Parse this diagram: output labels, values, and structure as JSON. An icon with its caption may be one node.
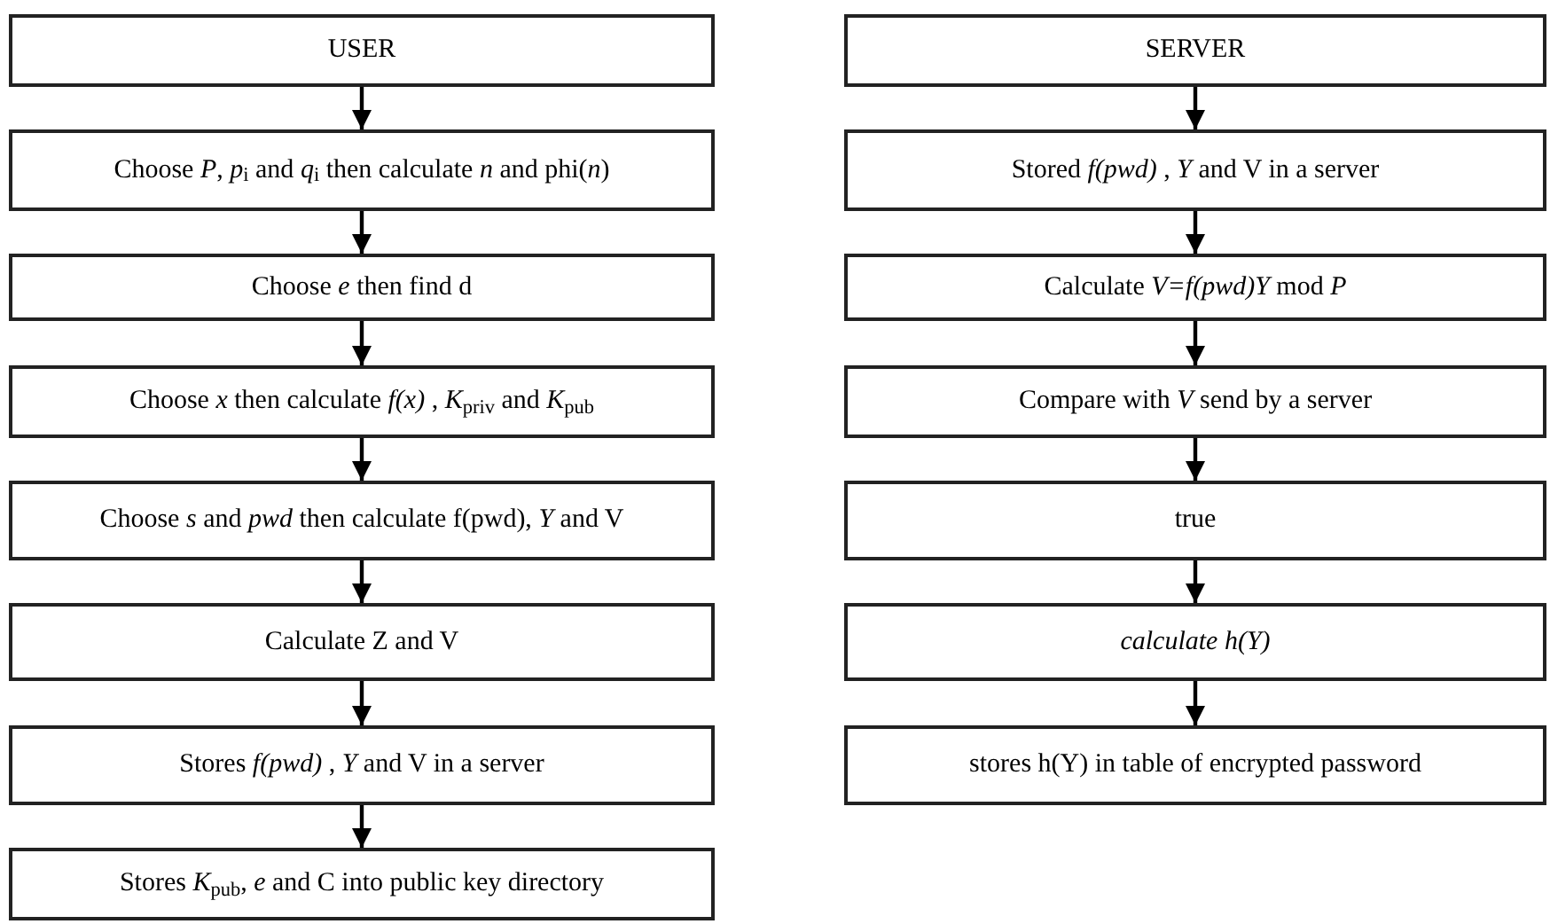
{
  "diagram": {
    "nodes": [
      {
        "text": [
          "USER"
        ]
      },
      {
        "text": [
          "Choose *P*, *p*$_{i}$ and *q*$_{i}$ then calculate *n* and phi(*n*)"
        ]
      },
      {
        "text": [
          "Choose *e* then find d"
        ]
      },
      {
        "text": [
          "Choose *x* then calculate *f(x)* , *K*$_{priv}$ and *K*$_{pub}$"
        ]
      },
      {
        "text": [
          "Choose *s* and *pwd* then calculate f(pwd), *Y* and V"
        ]
      },
      {
        "text": [
          "Calculate Z and V"
        ]
      },
      {
        "text": [
          "Stores *f(pwd)* , *Y* and V in a server"
        ]
      },
      {
        "text": [
          "Stores *K*$_{pub}$, *e* and C into public key directory"
        ]
      },
      {
        "text": [
          "SERVER"
        ]
      },
      {
        "text": [
          "Stored *f(pwd)* , *Y* and V in a server"
        ]
      },
      {
        "text": [
          "Calculate *V=f(pwd)Y* mod *P*"
        ]
      },
      {
        "text": [
          "Compare with *V* send by a server"
        ]
      },
      {
        "text": [
          "true"
        ]
      },
      {
        "text": [
          "calculate h(Y)"
        ]
      },
      {
        "text": [
          "stores h(Y) in table of encrypted password"
        ]
      }
    ],
    "edges": [
      {
        "from": 0,
        "to": 1,
        "arrow": "to"
      },
      {
        "from": 1,
        "to": 2,
        "arrow": "to"
      },
      {
        "from": 2,
        "to": 3,
        "arrow": "to"
      },
      {
        "from": 3,
        "to": 4,
        "arrow": "to"
      },
      {
        "from": 4,
        "to": 5,
        "arrow": "to"
      },
      {
        "from": 5,
        "to": 6,
        "arrow": "to"
      },
      {
        "from": 6,
        "to": 7,
        "arrow": "to"
      },
      {
        "from": 8,
        "to": 9,
        "arrow": "to"
      },
      {
        "from": 9,
        "to": 10,
        "arrow": "to"
      },
      {
        "from": 10,
        "to": 11,
        "arrow": "to"
      },
      {
        "from": 11,
        "to": 12,
        "arrow": "to"
      },
      {
        "from": 12,
        "to": 13,
        "arrow": "to"
      },
      {
        "from": 13,
        "to": 14,
        "arrow": "to"
      }
    ]
  }
}
